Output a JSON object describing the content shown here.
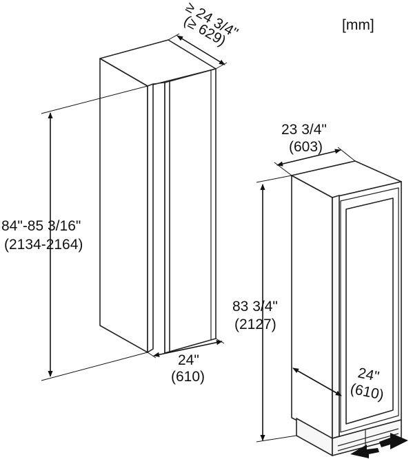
{
  "units_label": "[mm]",
  "niche": {
    "depth_label_in": "≥ 24 3/4\"",
    "depth_label_mm": "(≥ 629)",
    "height_label_in": "84\"-85 3/16\"",
    "height_label_mm": "(2134-2164)",
    "width_label_in": "24\"",
    "width_label_mm": "(610)"
  },
  "appliance": {
    "width_label_in": "23 3/4\"",
    "width_label_mm": "(603)",
    "height_label_in": "83 3/4\"",
    "height_label_mm": "(2127)",
    "depth_label_in": "24\"",
    "depth_label_mm": "(610)"
  },
  "colors": {
    "line": "#222222",
    "text": "#111111",
    "background": "#ffffff"
  }
}
